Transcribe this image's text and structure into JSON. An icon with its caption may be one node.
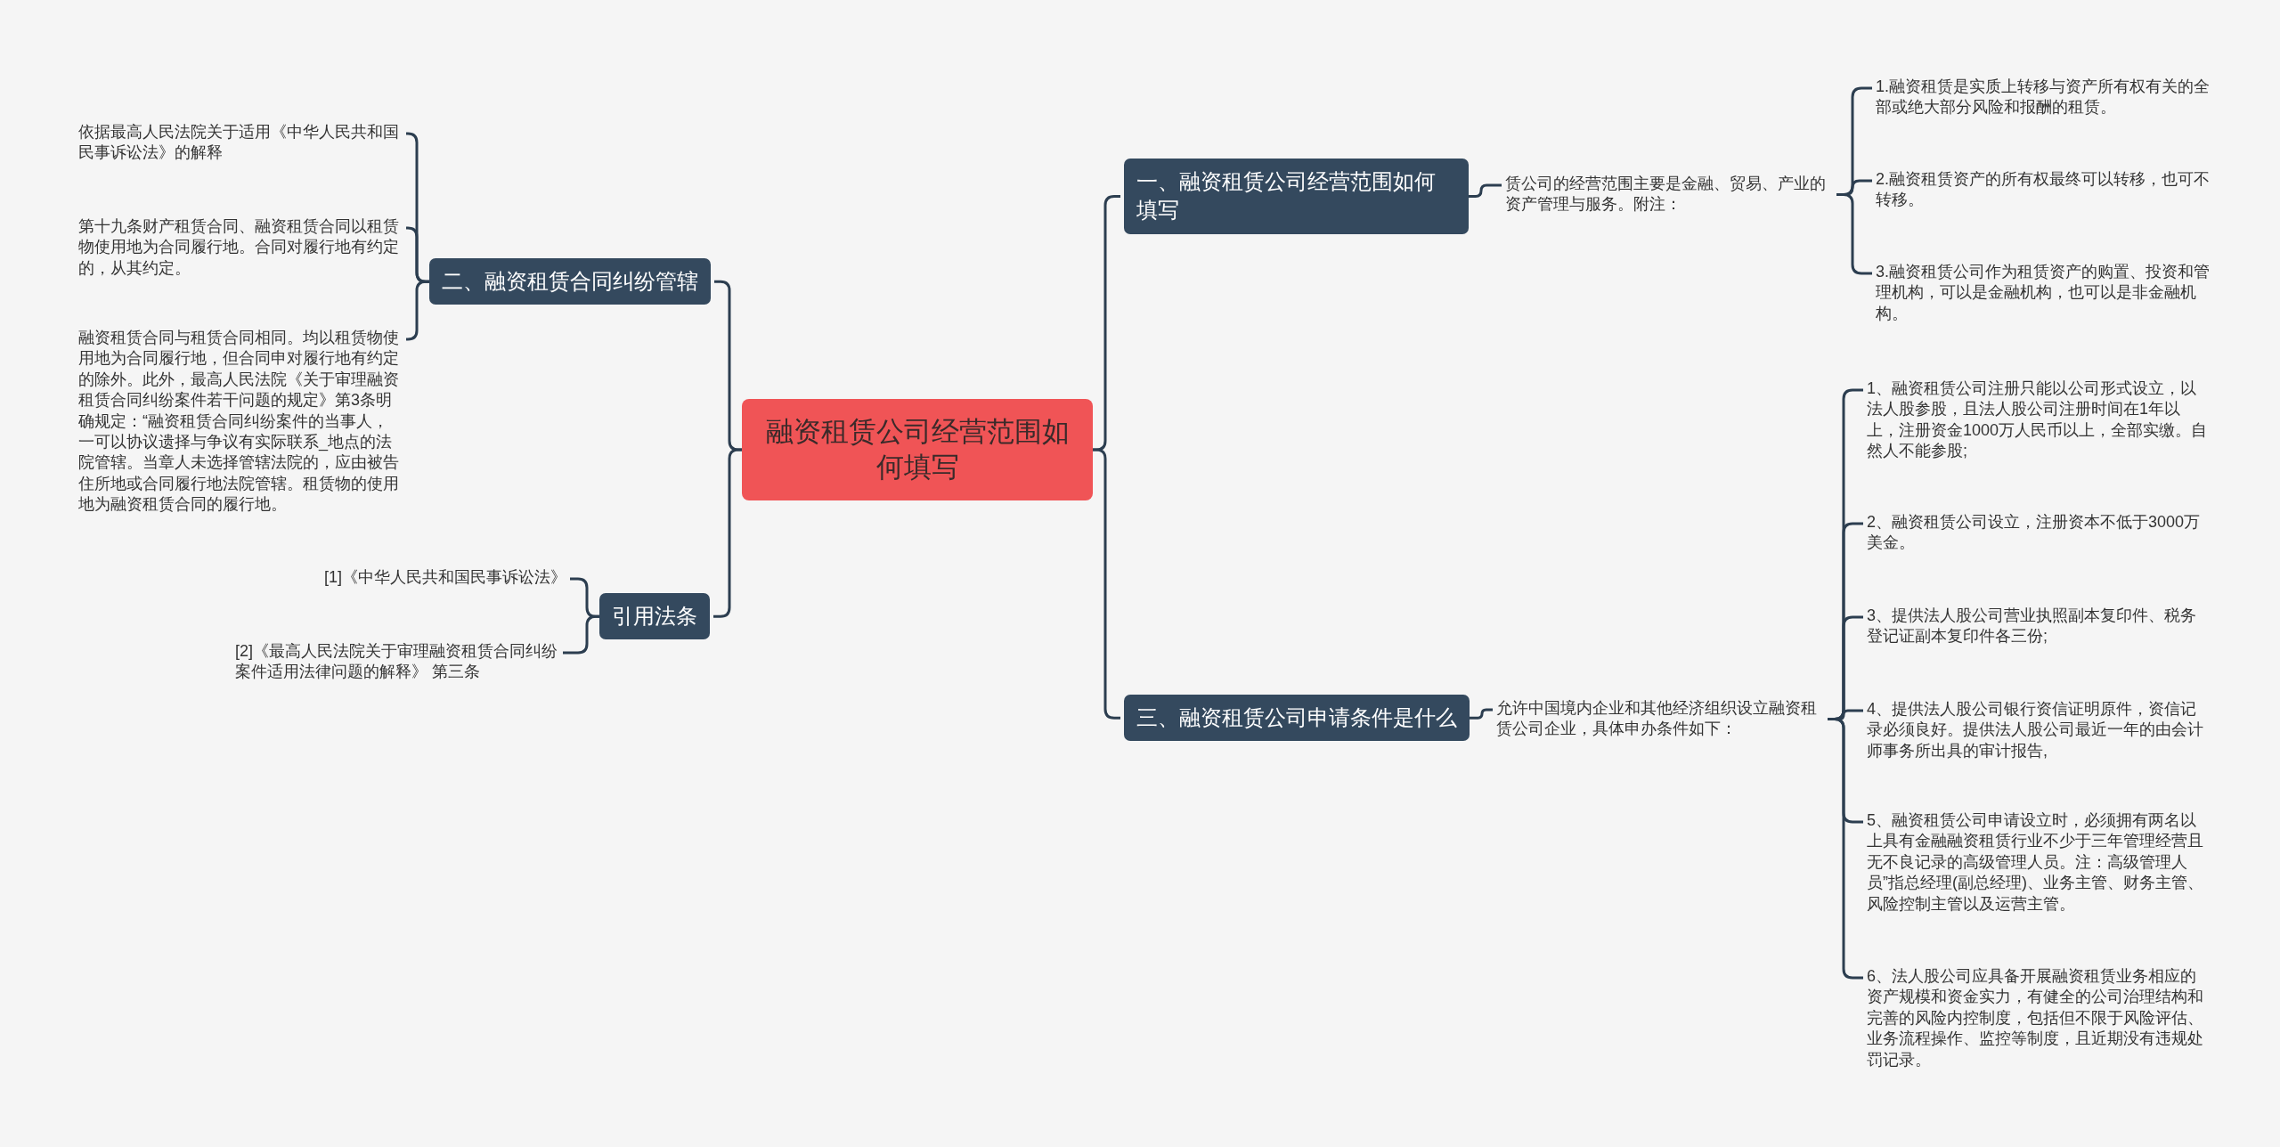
{
  "diagram": {
    "nodes": [
      {
        "text": [
          "融资租赁公司经营范围如何填写"
        ]
      },
      {
        "text": [
          "一、融资租赁公司经营范围如何填写"
        ]
      },
      {
        "text": [
          "赁公司的经营范围主要是金融、贸易、产业的资产管理与服务。附注："
        ]
      },
      {
        "text": [
          "1.融资租赁是实质上转移与资产所有权有关的全部或绝大部分风险和报酬的租赁。"
        ]
      },
      {
        "text": [
          "2.融资租赁资产的所有权最终可以转移，也可不转移。"
        ]
      },
      {
        "text": [
          "3.融资租赁公司作为租赁资产的购置、投资和管理机构，可以是金融机构，也可以是非金融机构。"
        ]
      },
      {
        "text": [
          "三、融资租赁公司申请条件是什么"
        ]
      },
      {
        "text": [
          "允许中国境内企业和其他经济组织设立融资租赁公司企业，具体申办条件如下："
        ]
      },
      {
        "text": [
          "1、融资租赁公司注册只能以公司形式设立，以法人股参股，且法人股公司注册时间在1年以上，注册资金1000万人民币以上，全部实缴。自然人不能参股;"
        ]
      },
      {
        "text": [
          "2、融资租赁公司设立，注册资本不低于3000万美金。"
        ]
      },
      {
        "text": [
          "3、提供法人股公司营业执照副本复印件、税务登记证副本复印件各三份;"
        ]
      },
      {
        "text": [
          "4、提供法人股公司银行资信证明原件，资信记录必须良好。提供法人股公司最近一年的由会计师事务所出具的审计报告,"
        ]
      },
      {
        "text": [
          "5、融资租赁公司申请设立时，必须拥有两名以上具有金融融资租赁行业不少于三年管理经营且无不良记录的高级管理人员。注：高级管理人员”指总经理(副总经理)、业务主管、财务主管、风险控制主管以及运营主管。"
        ]
      },
      {
        "text": [
          "6、法人股公司应具备开展融资租赁业务相应的资产规模和资金实力，有健全的公司治理结构和完善的风险内控制度，包括但不限于风险评估、业务流程操作、监控等制度，且近期没有违规处罚记录。"
        ]
      },
      {
        "text": [
          "二、融资租赁合同纠纷管辖"
        ]
      },
      {
        "text": [
          "依据最高人民法院关于适用《中华人民共和国民事诉讼法》的解释"
        ]
      },
      {
        "text": [
          "第十九条财产租赁合同、融资租赁合同以租赁物使用地为合同履行地。合同对履行地有约定的，从其约定。"
        ]
      },
      {
        "text": [
          "融资租赁合同与租赁合同相同。均以租赁物使用地为合同履行地，但合同申对履行地有约定的除外。此外，最高人民法院《关于审理融资租赁合同纠纷案件若干问题的规定》第3条明确规定：“融资租赁合同纠纷案件的当事人，一可以协议遗择与争议有实际联系_地点的法院管辖。当章人未选择管辖法院的，应由被告住所地或合同履行地法院管辖。租赁物的使用地为融资租赁合同的履行地。"
        ]
      },
      {
        "text": [
          "引用法条"
        ]
      },
      {
        "text": [
          "[1]《中华人民共和国民事诉讼法》"
        ]
      },
      {
        "text": [
          "[2]《最高人民法院关于审理融资租赁合同纠纷案件适用法律问题的解释》 第三条"
        ]
      }
    ],
    "edges": [
      {
        "from": 0,
        "to": 1,
        "arrow": "none"
      },
      {
        "from": 0,
        "to": 6,
        "arrow": "none"
      },
      {
        "from": 0,
        "to": 14,
        "arrow": "none"
      },
      {
        "from": 0,
        "to": 18,
        "arrow": "none"
      },
      {
        "from": 1,
        "to": 2,
        "arrow": "none"
      },
      {
        "from": 2,
        "to": 3,
        "arrow": "none"
      },
      {
        "from": 2,
        "to": 4,
        "arrow": "none"
      },
      {
        "from": 2,
        "to": 5,
        "arrow": "none"
      },
      {
        "from": 6,
        "to": 7,
        "arrow": "none"
      },
      {
        "from": 7,
        "to": 8,
        "arrow": "none"
      },
      {
        "from": 7,
        "to": 9,
        "arrow": "none"
      },
      {
        "from": 7,
        "to": 10,
        "arrow": "none"
      },
      {
        "from": 7,
        "to": 11,
        "arrow": "none"
      },
      {
        "from": 7,
        "to": 12,
        "arrow": "none"
      },
      {
        "from": 7,
        "to": 13,
        "arrow": "none"
      },
      {
        "from": 14,
        "to": 15,
        "arrow": "none"
      },
      {
        "from": 14,
        "to": 16,
        "arrow": "none"
      },
      {
        "from": 14,
        "to": 17,
        "arrow": "none"
      },
      {
        "from": 18,
        "to": 19,
        "arrow": "none"
      },
      {
        "from": 18,
        "to": 20,
        "arrow": "none"
      }
    ]
  }
}
